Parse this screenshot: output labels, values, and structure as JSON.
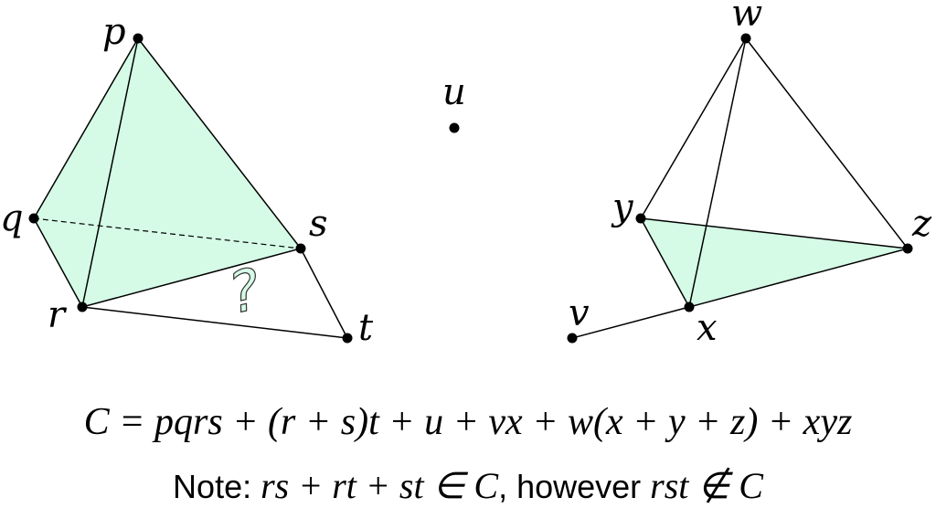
{
  "colors": {
    "fill": "#d5fbe6",
    "line": "#000000"
  },
  "left_complex": {
    "vertices": {
      "p": "p",
      "q": "q",
      "r": "r",
      "s": "s",
      "t": "t"
    },
    "question_mark": "?"
  },
  "isolated": {
    "u": "u"
  },
  "right_complex": {
    "vertices": {
      "w": "w",
      "y": "y",
      "z": "z",
      "x": "x",
      "v": "v"
    }
  },
  "formula": "C = pqrs + (r + s)t + u + vx + w(x + y + z) + xyz",
  "note": {
    "prefix": "Note: ",
    "expr1": "rs + rt + st ∈ C",
    "middle": ", however ",
    "expr2": "rst ∉ C"
  }
}
